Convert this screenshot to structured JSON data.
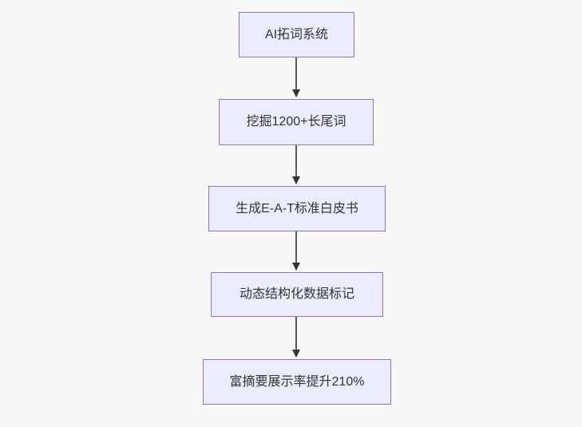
{
  "page": {
    "background": "#f8f8f8"
  },
  "flowchart": {
    "type": "flowchart",
    "direction": "top-down",
    "colors": {
      "node-fill": "#ECECFF",
      "node-border": "#9370DB",
      "edge": "#333333",
      "text": "#333333",
      "background": "#f8f8f8"
    },
    "nodes": [
      {
        "label": "AI拓词系统"
      },
      {
        "label": "挖掘1200+长尾词"
      },
      {
        "label": "生成E-A-T标准白皮书"
      },
      {
        "label": "动态结构化数据标记"
      },
      {
        "label": "富摘要展示率提升210%"
      }
    ],
    "edges": [
      {
        "from": "AI拓词系统",
        "to": "挖掘1200+长尾词",
        "style": "arrow-down"
      },
      {
        "from": "挖掘1200+长尾词",
        "to": "生成E-A-T标准白皮书",
        "style": "arrow-down"
      },
      {
        "from": "生成E-A-T标准白皮书",
        "to": "动态结构化数据标记",
        "style": "arrow-down"
      },
      {
        "from": "动态结构化数据标记",
        "to": "富摘要展示率提升210%",
        "style": "arrow-down"
      }
    ]
  }
}
